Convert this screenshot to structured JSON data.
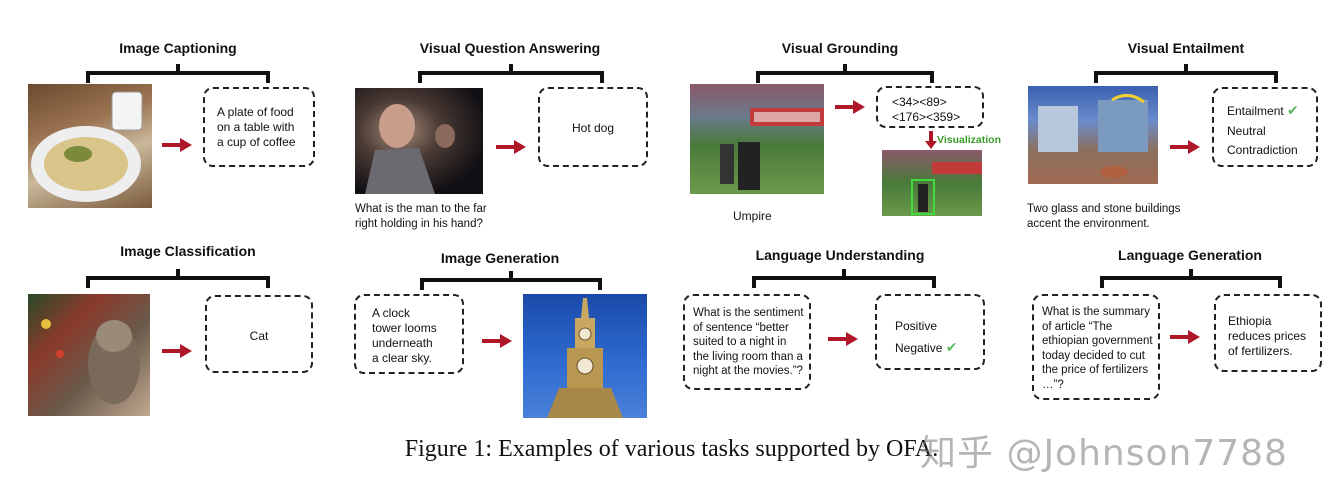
{
  "panels": {
    "captioning": {
      "title": "Image Captioning",
      "output": "A plate of food\non  a table with\na cup of coffee"
    },
    "vqa": {
      "title": "Visual Question Answering",
      "question": "What is the man to the far\nright holding in his hand?",
      "output": "Hot dog"
    },
    "grounding": {
      "title": "Visual Grounding",
      "output": "<34><89>\n<176><359>",
      "visualization_label": "Visualization",
      "query": "Umpire"
    },
    "entailment": {
      "title": "Visual Entailment",
      "premise": "Two glass and stone buildings\naccent the environment.",
      "options": [
        "Entailment",
        "Neutral",
        "Contradiction"
      ]
    },
    "classification": {
      "title": "Image Classification",
      "output": "Cat"
    },
    "generation": {
      "title": "Image Generation",
      "input": "A clock\ntower looms\nunderneath\na clear sky."
    },
    "understanding": {
      "title": "Language Understanding",
      "input": "What is the sentiment\nof sentence “better\nsuited to a night in\nthe living room than a\nnight at the movies.”?",
      "options": [
        "Positive",
        "Negative"
      ]
    },
    "langgen": {
      "title": "Language Generation",
      "input": "What is the summary\nof article “The\nethiopian government\ntoday decided to cut\nthe price of fertilizers\n…”?",
      "output": "Ethiopia\nreduces prices\nof fertilizers."
    }
  },
  "icons": {
    "arrow": "right-arrow-icon",
    "check": "check-icon"
  },
  "colors": {
    "arrow": "#b0182a",
    "check": "#5cb85c",
    "visualization": "#3a9b2a"
  },
  "figure_caption": "Figure 1: Examples of various tasks supported by OFA.",
  "watermark": "知乎 @Johnson7788"
}
